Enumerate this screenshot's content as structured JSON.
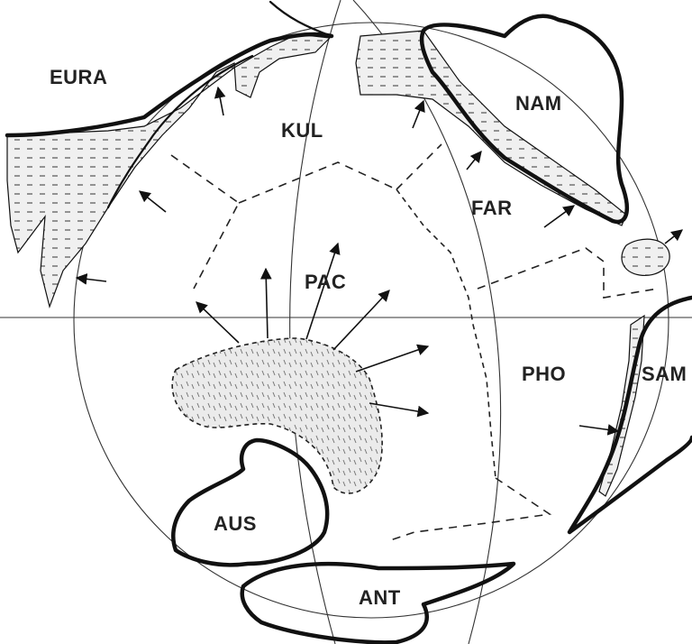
{
  "map": {
    "plates": {
      "eura": "EURA",
      "kul": "KUL",
      "nam": "NAM",
      "far": "FAR",
      "pac": "PAC",
      "pho": "PHO",
      "sam": "SAM",
      "aus": "AUS",
      "ant": "ANT"
    }
  },
  "colors": {
    "ink": "#111111",
    "paper": "#ffffff",
    "shading": "#e6e6e6"
  }
}
